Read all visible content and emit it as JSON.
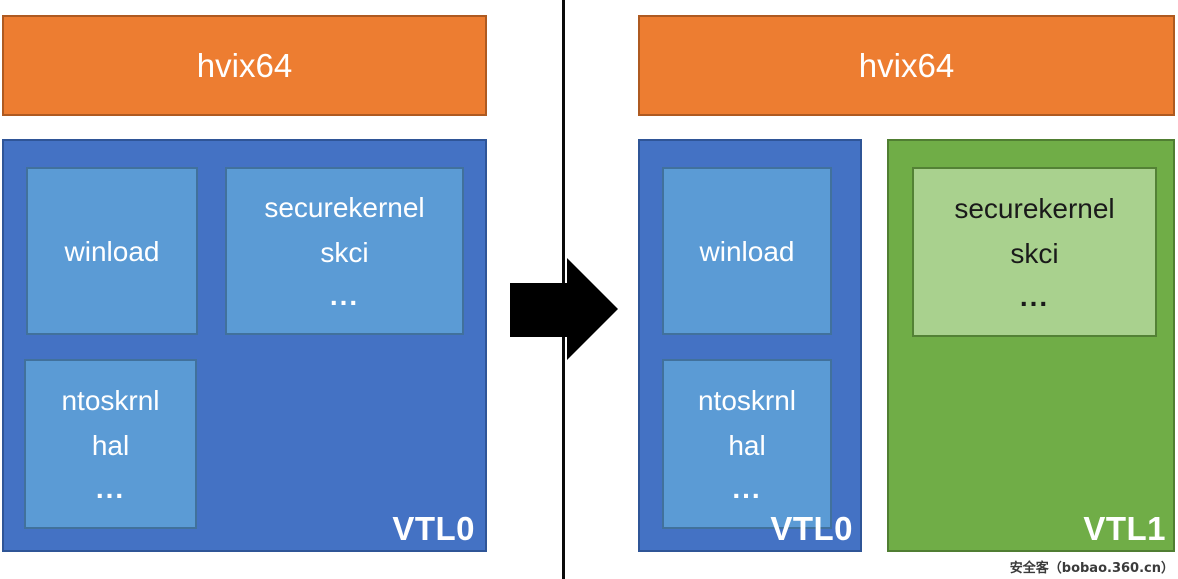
{
  "left_panel": {
    "hypervisor_label": "hvix64",
    "vtl0_label": "VTL0",
    "winload_label": "winload",
    "securekernel_lines": [
      "securekernel",
      "skci",
      "..."
    ],
    "ntoskrnl_lines": [
      "ntoskrnl",
      "hal",
      "..."
    ]
  },
  "right_panel": {
    "hypervisor_label": "hvix64",
    "vtl0_label": "VTL0",
    "vtl1_label": "VTL1",
    "winload_label": "winload",
    "ntoskrnl_lines": [
      "ntoskrnl",
      "hal",
      "..."
    ],
    "securekernel_lines": [
      "securekernel",
      "skci",
      "..."
    ]
  },
  "watermark_text": "安全客（bobao.360.cn）",
  "colors": {
    "hypervisor_fill": "#ED7D31",
    "hypervisor_border": "#AE5A21",
    "vtl0_fill": "#4472C4",
    "vtl0_border": "#2F5597",
    "module_blue_fill": "#5B9BD5",
    "module_blue_border": "#41719C",
    "vtl1_fill": "#70AD47",
    "vtl1_border": "#507E32",
    "module_green_fill": "#A9D18E",
    "module_green_border": "#538135",
    "arrow": "#000000",
    "divider": "#0A0A0A",
    "text_on_dark": "#FFFFFF",
    "text_on_light_green": "#1A1A1A"
  }
}
